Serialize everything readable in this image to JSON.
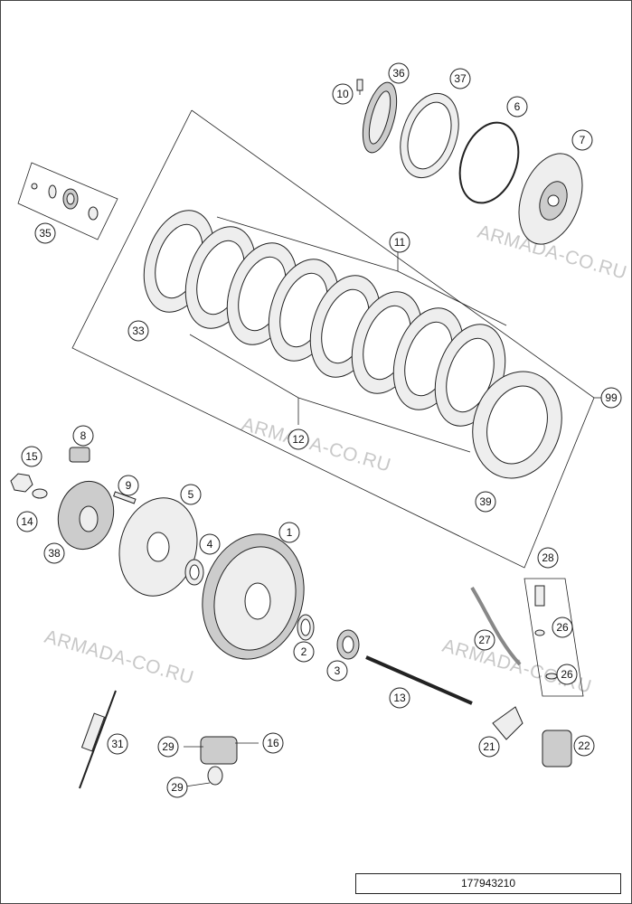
{
  "callouts": [
    "10",
    "36",
    "37",
    "6",
    "7",
    "35",
    "11",
    "33",
    "99",
    "12",
    "39",
    "8",
    "15",
    "9",
    "5",
    "14",
    "38",
    "4",
    "1",
    "28",
    "26",
    "27",
    "26",
    "2",
    "3",
    "13",
    "31",
    "29",
    "16",
    "29",
    "21",
    "22"
  ],
  "watermark": "ARMADA-CO.RU",
  "drawing_number": "177943210"
}
